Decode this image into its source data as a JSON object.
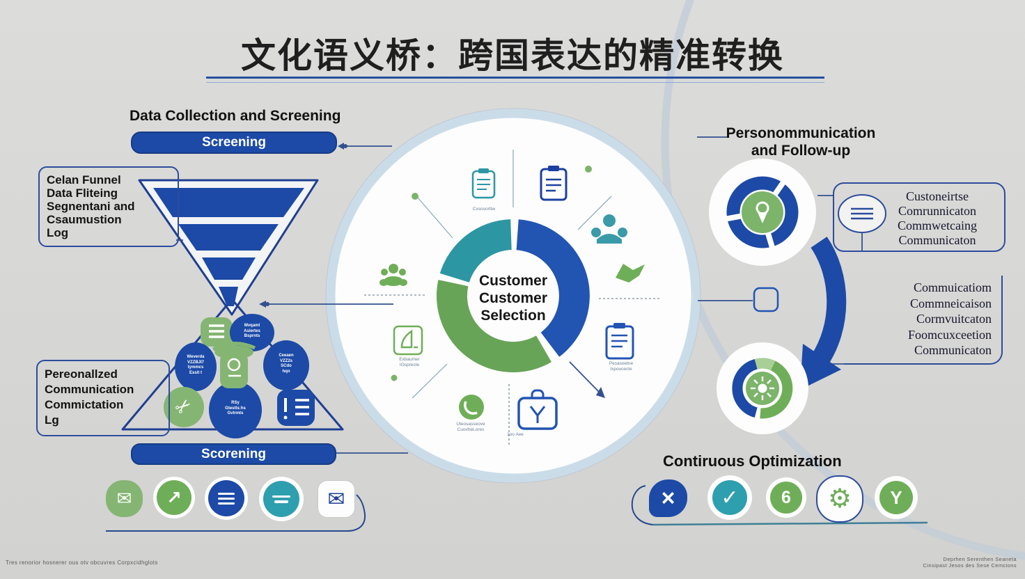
{
  "title": "文化语义桥：跨国表达的精准转换",
  "left": {
    "header": "Data Collection and Screening",
    "screening_top_label": "Screening",
    "funnel_box_text": "Celan Funnel\nData Fliteing\nSegnentani and\nCsaumustion\nLog",
    "personalized_box_text": "Pereonallzed\nCommunication\nCommictation\nLg",
    "screening_bottom_label": "Scorening",
    "triangle_labels": {
      "top_right": "Mvqaml\nAsiertes\nBsprnts",
      "left_oval": "Weverda\nVZZBJI7\ntymmcs\nEssit t",
      "right_oval": "Ceeaen\nVZZ2s\nSCdo\nhqn",
      "bottom_oval": "RSy\nGtestts:hs\nGvtrmts"
    }
  },
  "center": {
    "label": "Customer\nCustomer\nSelection",
    "captions": {
      "top": "Cxsosorttw",
      "left": "Exbaumer\nIOsprecte",
      "bottom_left": "Uteosasseove\nCuovheLores",
      "bottom_right": "1oo Aee",
      "right": "Pesasoetne\nIxpoucecte"
    }
  },
  "right": {
    "header": "Personommunication\nand Follow-up",
    "box1_text": "Custoneirtse\nComrunnicaton\nCommwetcaing\nCommunicaton",
    "box2_text": "Commuicatiom\nCommneicaison\nCormvuitcaton\nFoomcuxceetion\nCommunicaton",
    "continuous_header": "Contiruous Optimization"
  },
  "footer": {
    "left_note": "Tres renorior hosnerer ous otv obcuvres Corpxcidhglots",
    "right_note": "Deprhen Serenthen Seaneta\nCinsipast Jesos des Sese Cemcions"
  },
  "icons": {
    "mail": "✉",
    "send": "↗",
    "mail_outline": "✉",
    "scissors": "✂",
    "cross": "×",
    "check": "✓",
    "six": "6",
    "gear": "⚙",
    "y_leaf": "Y"
  },
  "colors": {
    "royal_blue": "#1c4aa6",
    "navy": "#1e3f92",
    "teal": "#2d96a3",
    "green": "#6fae58",
    "light_green": "#85b573",
    "ring_blue": "#cbdce9"
  }
}
